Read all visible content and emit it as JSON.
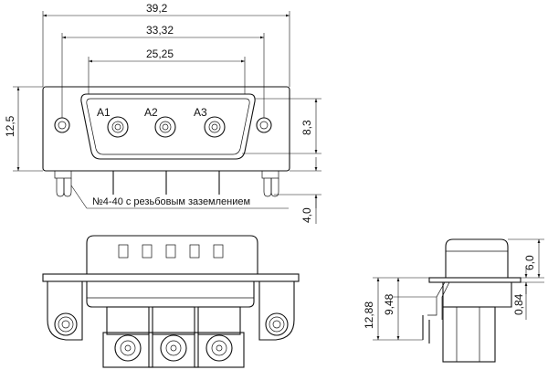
{
  "dimensions": {
    "overall_width": "39,2",
    "mount_hole_spacing": "33,32",
    "shell_width": "25,25",
    "overall_height": "12,5",
    "shell_height": "8,3",
    "pin_length": "4,0",
    "side_total_height": "12,88",
    "side_mid_height": "9,48",
    "side_top_height": "6,0",
    "side_offset": "0,84"
  },
  "contacts": [
    "A1",
    "A2",
    "A3"
  ],
  "notes": {
    "thread_note": "№4-40 с резьбовым заземлением"
  }
}
